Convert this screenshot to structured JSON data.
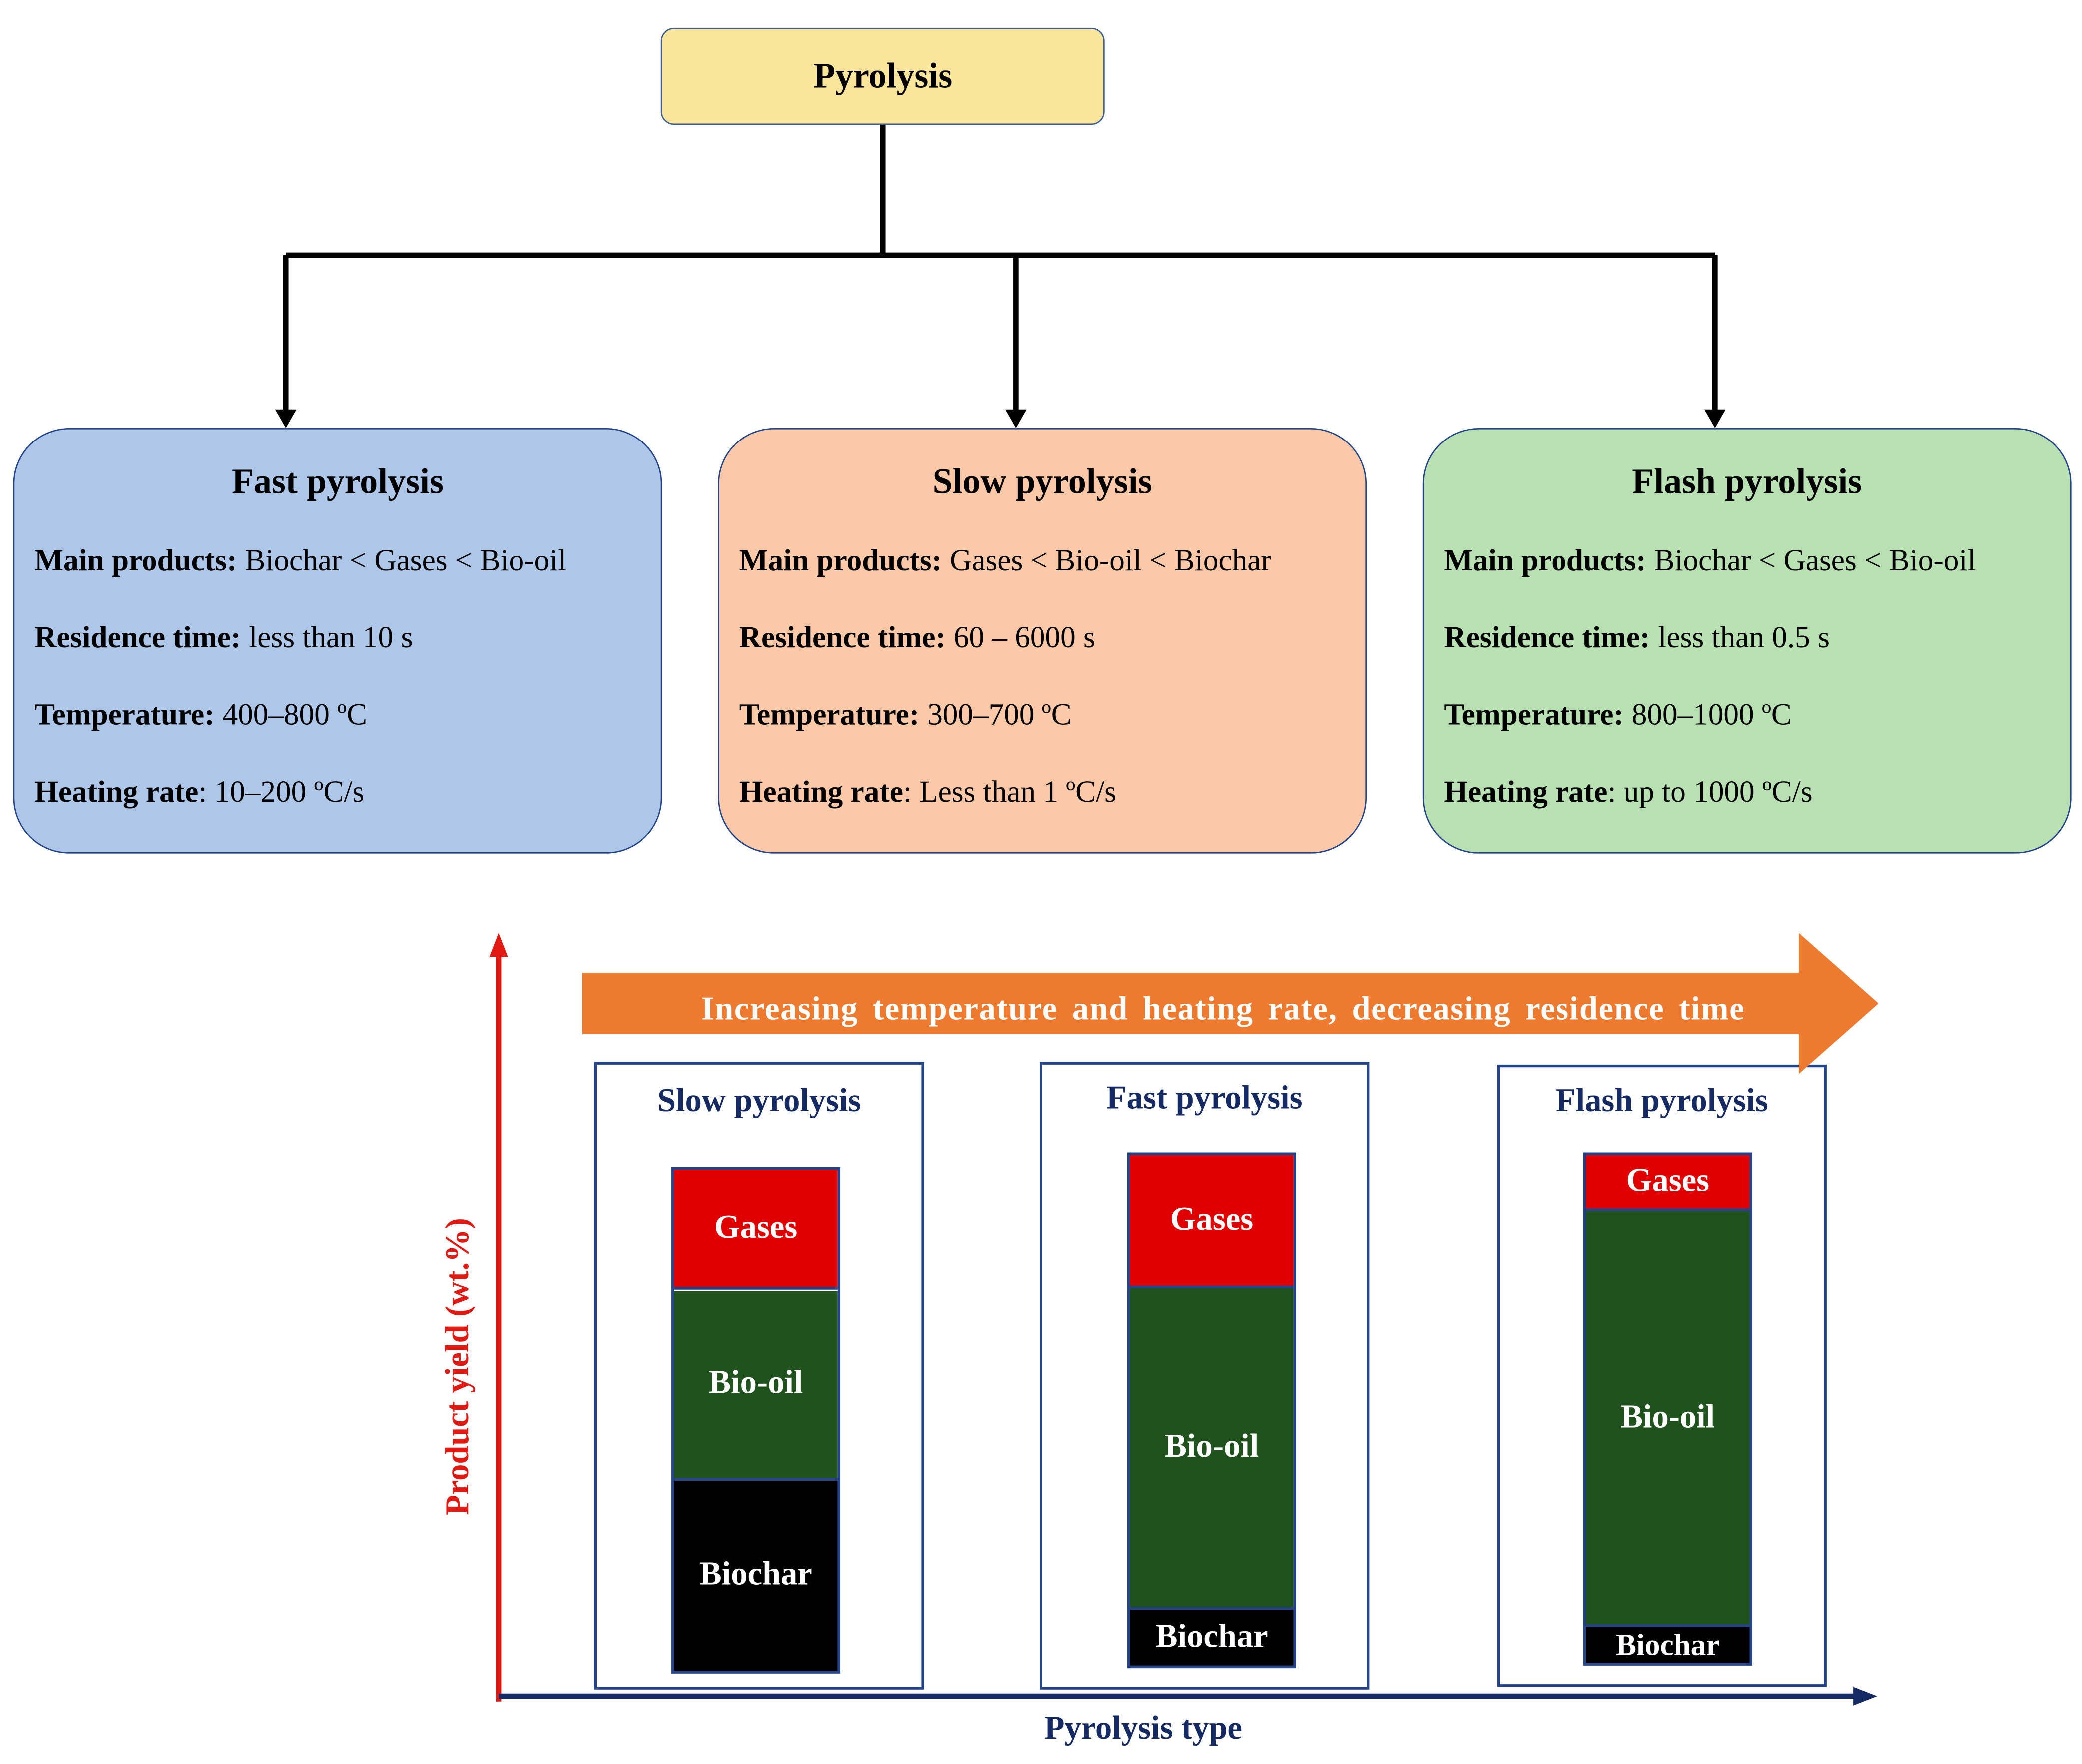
{
  "root": {
    "title": "Pyrolysis"
  },
  "cards": [
    {
      "title": "Fast pyrolysis",
      "color": "#aec7e8",
      "main_products_label": "Main products:",
      "main_products_value": "Biochar < Gases < Bio-oil",
      "residence_label": "Residence time:",
      "residence_value": "less than 10 s",
      "temperature_label": "Temperature:",
      "temperature_value": "400–800 ºC",
      "heating_label": "Heating rate",
      "heating_value": ": 10–200 ºC/s"
    },
    {
      "title": "Slow pyrolysis",
      "color": "#fcc9a8",
      "main_products_label": "Main products:",
      "main_products_value": "Gases < Bio-oil < Biochar",
      "residence_label": "Residence time:",
      "residence_value": "60 – 6000 s",
      "temperature_label": "Temperature:",
      "temperature_value": "300–700 ºC",
      "heating_label": "Heating rate",
      "heating_value": ": Less than 1 ºC/s"
    },
    {
      "title": "Flash pyrolysis",
      "color": "#b8e0b2",
      "main_products_label": "Main products:",
      "main_products_value": "Biochar < Gases < Bio-oil",
      "residence_label": "Residence time:",
      "residence_value": "less than 0.5 s",
      "temperature_label": "Temperature:",
      "temperature_value": "800–1000 ºC",
      "heating_label": "Heating rate",
      "heating_value": ": up to 1000 ºC/s"
    }
  ],
  "trend_arrow": {
    "text": "Increasing temperature and heating rate, decreasing residence time",
    "color": "#ed7a2e"
  },
  "chart_data": {
    "type": "bar",
    "stacked": true,
    "categories": [
      "Slow pyrolysis",
      "Fast pyrolysis",
      "Flash pyrolysis"
    ],
    "series": [
      {
        "name": "Biochar",
        "color": "#000000",
        "values": [
          38,
          11,
          7
        ]
      },
      {
        "name": "Bio-oil",
        "color": "#1f521c",
        "values": [
          38,
          63,
          82
        ]
      },
      {
        "name": "Gases",
        "color": "#e00000",
        "values": [
          24,
          26,
          11
        ]
      }
    ],
    "xlabel": "Pyrolysis type",
    "ylabel": "Product yield (wt.%)",
    "xlabel_color": "#152a63",
    "ylabel_color": "#e01a12"
  }
}
